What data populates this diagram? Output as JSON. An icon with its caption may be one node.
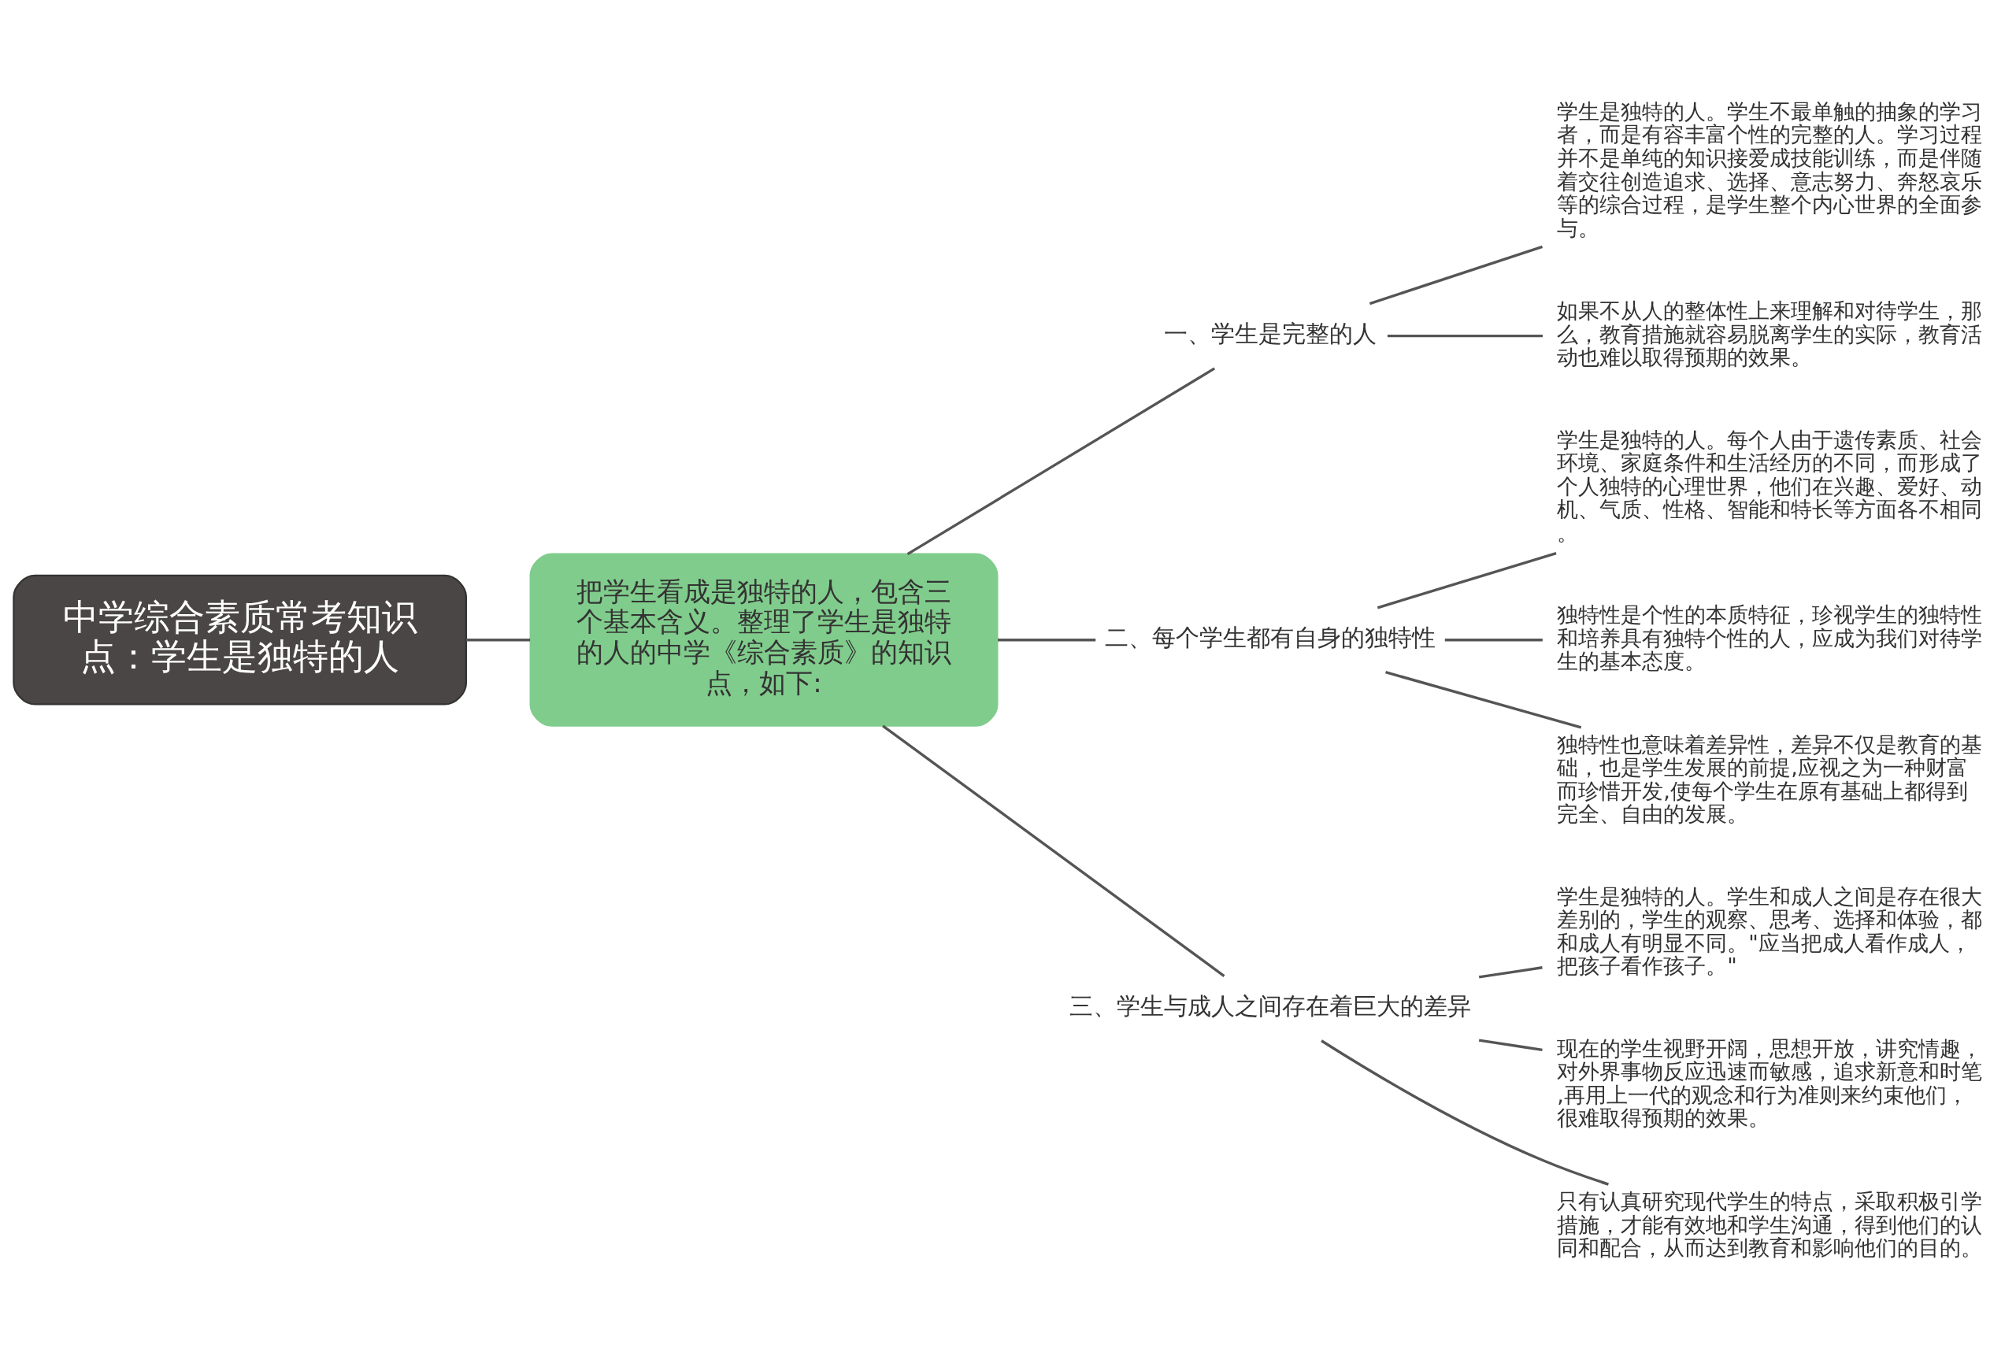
{
  "diagram": {
    "nodes": [
      {
        "text": [
          "中学综合素质常考知识点：学生是独特的人"
        ]
      },
      {
        "text": [
          "把学生看成是独特的人，包含三个基本含义。整理了学生是独特的人的中学《综合素质》的知识点，如下:"
        ]
      },
      {
        "text": [
          "一、学生是完整的人"
        ]
      },
      {
        "text": [
          "学生是独特的人。学生不最单触的抽象的学习者，而是有容丰富个性的完整的人。学习过程并不是单纯的知识接爱成技能训练，而是伴随着交往创造追求、选择、意志努力、奔怒哀乐等的综合过程，是学生整个内心世界的全面参与。"
        ]
      },
      {
        "text": [
          "如果不从人的整体性上来理解和对待学生，那么，教育措施就容易脱离学生的实际，教育活动也难以取得预期的效果。"
        ]
      },
      {
        "text": [
          "二、每个学生都有自身的独特性"
        ]
      },
      {
        "text": [
          "学生是独特的人。每个人由于遗传素质、社会环境、家庭条件和生活经历的不同，而形成了个人独特的心理世界，他们在兴趣、爱好、动机、气质、性格、智能和特长等方面各不相同。"
        ]
      },
      {
        "text": [
          "独特性是个性的本质特征，珍视学生的独特性和培养具有独特个性的人，应成为我们对待学生的基本态度。"
        ]
      },
      {
        "text": [
          "独特性也意味着差异性，差异不仅是教育的基础，也是学生发展的前提,应视之为一种财富而珍惜开发,使每个学生在原有基础上都得到完全、自由的发展。"
        ]
      },
      {
        "text": [
          "三、学生与成人之间存在着巨大的差异"
        ]
      },
      {
        "text": [
          "学生是独特的人。学生和成人之间是存在很大差别的，学生的观察、思考、选择和体验，都和成人有明显不同。\"应当把成人看作成人，把孩子看作孩子。\""
        ]
      },
      {
        "text": [
          "现在的学生视野开阔，思想开放，讲究情趣，对外界事物反应迅速而敏感，追求新意和时笔,再用上一代的观念和行为准则来约束他们，很难取得预期的效果。"
        ]
      },
      {
        "text": [
          "只有认真研究现代学生的特点，采取积极引学措施，才能有效地和学生沟通，得到他们的认同和配合，从而达到教育和影响他们的目的。"
        ]
      }
    ],
    "edges": [
      {
        "from": 0,
        "to": 1,
        "arrow": "none"
      },
      {
        "from": 1,
        "to": 2,
        "arrow": "none"
      },
      {
        "from": 1,
        "to": 5,
        "arrow": "none"
      },
      {
        "from": 1,
        "to": 9,
        "arrow": "none"
      },
      {
        "from": 2,
        "to": 3,
        "arrow": "none"
      },
      {
        "from": 2,
        "to": 4,
        "arrow": "none"
      },
      {
        "from": 5,
        "to": 6,
        "arrow": "none"
      },
      {
        "from": 5,
        "to": 7,
        "arrow": "none"
      },
      {
        "from": 5,
        "to": 8,
        "arrow": "none"
      },
      {
        "from": 9,
        "to": 10,
        "arrow": "none"
      },
      {
        "from": 9,
        "to": 11,
        "arrow": "none"
      },
      {
        "from": 9,
        "to": 12,
        "arrow": "none"
      }
    ]
  }
}
